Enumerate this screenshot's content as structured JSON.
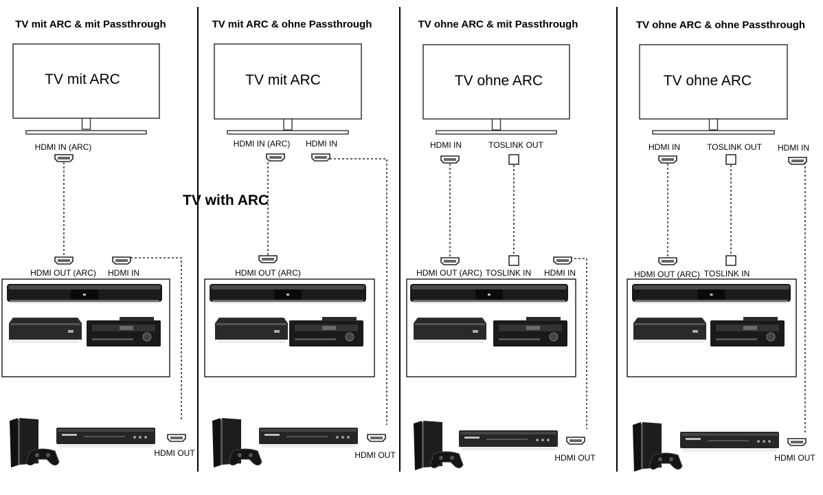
{
  "overlay_label": "TV with ARC",
  "icons": {
    "hdmi": "hdmi-port-icon",
    "toslink": "toslink-port-icon",
    "soundbar": "soundbar-icon",
    "receiver": "receiver-icon",
    "console": "game-console-icon",
    "controller": "gamepad-icon",
    "player": "blu-ray-player-icon"
  },
  "colors": {
    "line": "#000000",
    "device": "#1b1b1b",
    "frame": "#000000"
  },
  "panels": [
    {
      "title": "TV mit ARC & mit Passthrough",
      "tv_label": "TV mit ARC",
      "tv_ports": [
        "HDMI IN (ARC)"
      ],
      "box_ports": [
        "HDMI OUT (ARC)",
        "HDMI IN"
      ],
      "source_port": "HDMI OUT"
    },
    {
      "title": "TV mit ARC & ohne Passthrough",
      "tv_label": "TV mit ARC",
      "tv_ports": [
        "HDMI IN (ARC)",
        "HDMI IN"
      ],
      "box_ports": [
        "HDMI OUT (ARC)"
      ],
      "source_port": "HDMI OUT"
    },
    {
      "title": "TV ohne ARC & mit Passthrough",
      "tv_label": "TV ohne ARC",
      "tv_ports": [
        "HDMI IN",
        "TOSLINK OUT"
      ],
      "box_ports": [
        "HDMI OUT (ARC)",
        "TOSLINK IN",
        "HDMI IN"
      ],
      "source_port": "HDMI OUT"
    },
    {
      "title": "TV ohne ARC & ohne  Passthrough",
      "tv_label": "TV ohne ARC",
      "tv_ports": [
        "HDMI IN",
        "TOSLINK OUT",
        "HDMI IN"
      ],
      "box_ports": [
        "HDMI OUT (ARC)",
        "TOSLINK IN"
      ],
      "source_port": "HDMI OUT"
    }
  ]
}
